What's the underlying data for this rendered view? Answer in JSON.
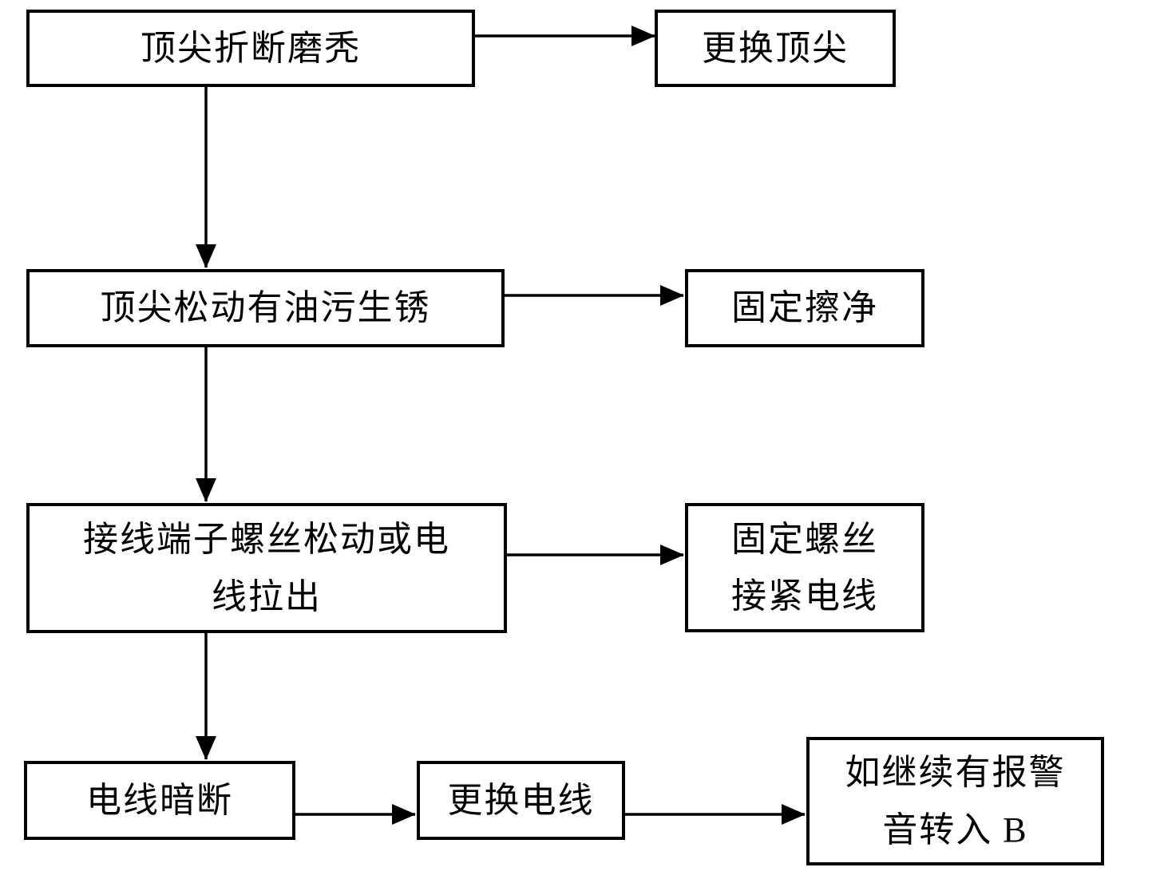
{
  "diagram": {
    "type": "flowchart",
    "colors": {
      "background": "#ffffff",
      "line": "#000000",
      "text": "#000000"
    },
    "nodes": {
      "tip_broken": {
        "lines": [
          "顶尖折断磨秃"
        ]
      },
      "replace_tip": {
        "lines": [
          "更换顶尖"
        ]
      },
      "tip_loose": {
        "lines": [
          "顶尖松动有油污生锈"
        ]
      },
      "fix_wipe": {
        "lines": [
          "固定擦净"
        ]
      },
      "terminal_loose": {
        "lines": [
          "接线端子螺丝松动或电",
          "线拉出"
        ]
      },
      "fix_screw": {
        "lines": [
          "固定螺丝",
          "接紧电线"
        ]
      },
      "wire_broken": {
        "lines": [
          "电线暗断"
        ]
      },
      "replace_wire": {
        "lines": [
          "更换电线"
        ]
      },
      "alarm_continue": {
        "lines": [
          "如继续有报警",
          "音转入 B"
        ]
      }
    },
    "edges": [
      {
        "from": "tip_broken",
        "to": "replace_tip",
        "direction": "right"
      },
      {
        "from": "tip_broken",
        "to": "tip_loose",
        "direction": "down"
      },
      {
        "from": "tip_loose",
        "to": "fix_wipe",
        "direction": "right"
      },
      {
        "from": "tip_loose",
        "to": "terminal_loose",
        "direction": "down"
      },
      {
        "from": "terminal_loose",
        "to": "fix_screw",
        "direction": "right"
      },
      {
        "from": "terminal_loose",
        "to": "wire_broken",
        "direction": "down"
      },
      {
        "from": "wire_broken",
        "to": "replace_wire",
        "direction": "right"
      },
      {
        "from": "replace_wire",
        "to": "alarm_continue",
        "direction": "right"
      }
    ]
  }
}
